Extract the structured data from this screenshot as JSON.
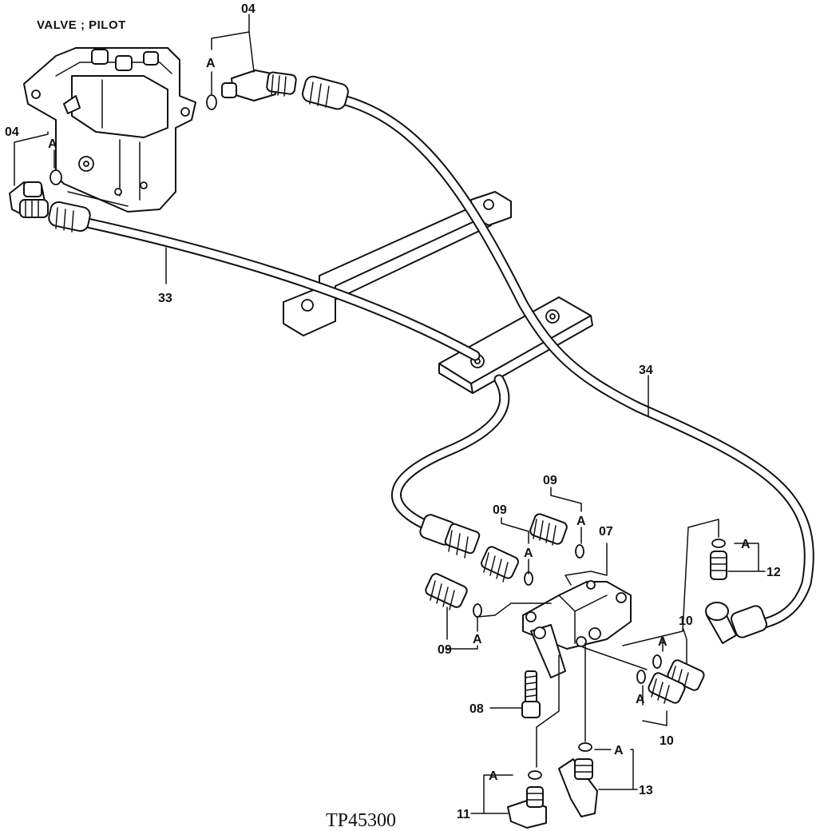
{
  "title": "VALVE ; PILOT",
  "figure_id": "TP45300",
  "seal_letter": "A",
  "callouts": {
    "c04_top": "04",
    "c04_left": "04",
    "c33": "33",
    "c34": "34",
    "c09_a": "09",
    "c09_b": "09",
    "c09_c": "09",
    "c07": "07",
    "c12": "12",
    "c10_a": "10",
    "c10_b": "10",
    "c08": "08",
    "c13": "13",
    "c11": "11"
  }
}
